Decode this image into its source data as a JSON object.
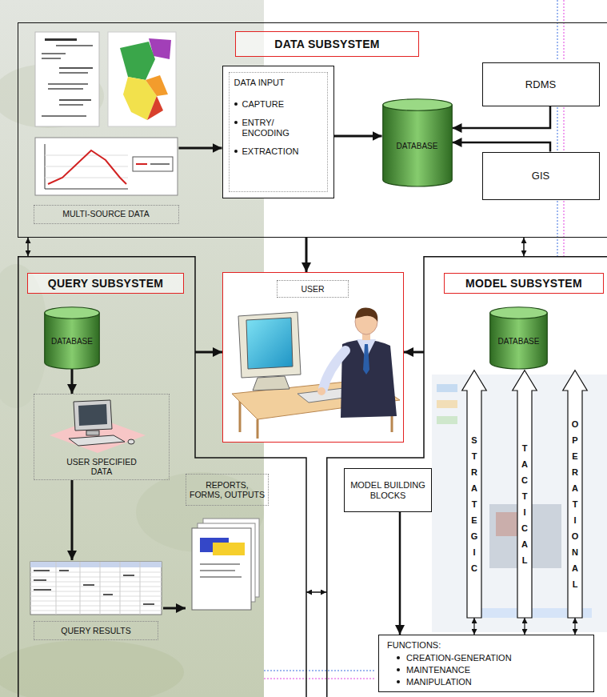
{
  "diagram": {
    "nodes": [
      {
        "text": [
          "DATA SUBSYSTEM"
        ]
      },
      {
        "text": [
          "MULTI-SOURCE DATA"
        ],
        "in": 0
      },
      {
        "text": [
          "DATA INPUT",
          "CAPTURE",
          "ENTRY/ ENCODING",
          "EXTRACTION"
        ],
        "in": 0
      },
      {
        "text": [
          "DATABASE"
        ],
        "in": 0
      },
      {
        "text": [
          "RDMS"
        ],
        "in": 0
      },
      {
        "text": [
          "GIS"
        ],
        "in": 0
      },
      {
        "text": [
          "QUERY SUBSYSTEM"
        ]
      },
      {
        "text": [
          "DATABASE"
        ],
        "in": 6
      },
      {
        "text": [
          "USER SPECIFIED DATA"
        ],
        "in": 6
      },
      {
        "text": [
          "QUERY RESULTS"
        ],
        "in": 6
      },
      {
        "text": [
          "REPORTS, FORMS, OUTPUTS"
        ],
        "in": 6
      },
      {
        "text": [
          "USER"
        ]
      },
      {
        "text": [
          "MODEL SUBSYSTEM"
        ]
      },
      {
        "text": [
          "DATABASE"
        ],
        "in": 12
      },
      {
        "text": [
          "STRATEGIC"
        ],
        "in": 12
      },
      {
        "text": [
          "TACTICAL"
        ],
        "in": 12
      },
      {
        "text": [
          "OPERATIONAL"
        ],
        "in": 12
      },
      {
        "text": [
          "MODEL BUILDING BLOCKS"
        ],
        "in": 12
      },
      {
        "text": [
          "FUNCTIONS:",
          "CREATION-GENERATION",
          "MAINTENANCE",
          "MANIPULATION"
        ],
        "in": 12
      }
    ],
    "edges": [
      {
        "from": 1,
        "to": 2,
        "arrow": "to"
      },
      {
        "from": 2,
        "to": 3,
        "arrow": "to"
      },
      {
        "from": 4,
        "to": 3,
        "arrow": "to"
      },
      {
        "from": 5,
        "to": 3,
        "arrow": "to"
      },
      {
        "from": 0,
        "to": 6,
        "arrow": "both"
      },
      {
        "from": 0,
        "to": 11,
        "arrow": "to"
      },
      {
        "from": 0,
        "to": 12,
        "arrow": "both"
      },
      {
        "from": 7,
        "to": 8,
        "arrow": "to"
      },
      {
        "from": 8,
        "to": 9,
        "arrow": "to"
      },
      {
        "from": 9,
        "to": 10,
        "arrow": "to"
      },
      {
        "from": 6,
        "to": 11,
        "arrow": "to"
      },
      {
        "from": 12,
        "to": 11,
        "arrow": "to"
      },
      {
        "from": 6,
        "to": 12,
        "arrow": "both"
      },
      {
        "from": 17,
        "to": 18,
        "arrow": "to"
      },
      {
        "from": 14,
        "to": 18,
        "arrow": "both"
      },
      {
        "from": 15,
        "to": 18,
        "arrow": "both"
      },
      {
        "from": 16,
        "to": 18,
        "arrow": "both"
      }
    ]
  }
}
